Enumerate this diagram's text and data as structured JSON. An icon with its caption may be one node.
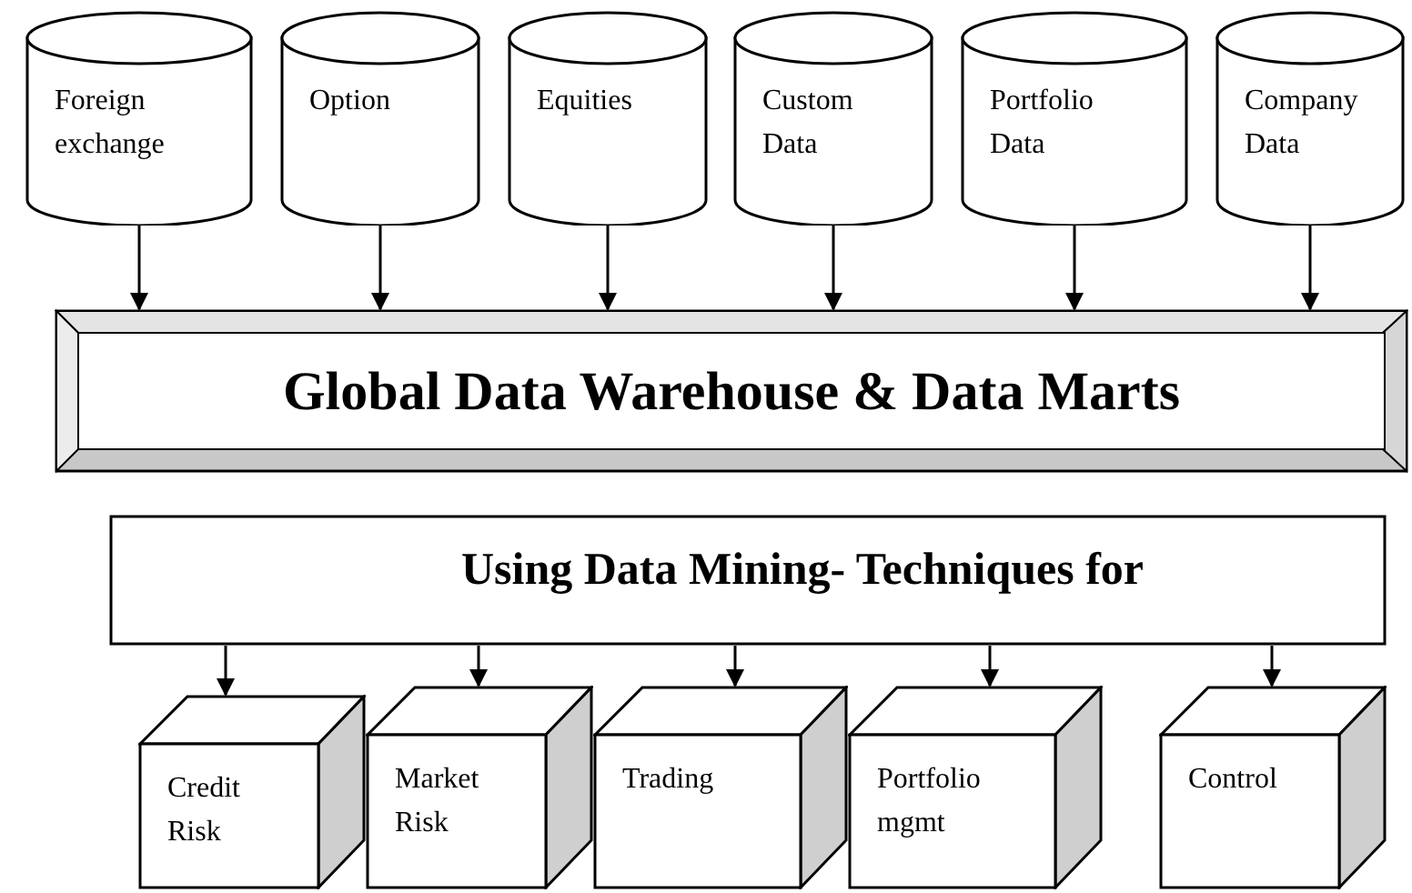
{
  "diagram": {
    "nodes": [
      {
        "text": [
          "Foreign exchange"
        ]
      },
      {
        "text": [
          "Option"
        ]
      },
      {
        "text": [
          "Equities"
        ]
      },
      {
        "text": [
          "Custom Data"
        ]
      },
      {
        "text": [
          "Portfolio Data"
        ]
      },
      {
        "text": [
          "Company Data"
        ]
      },
      {
        "text": [
          "Global Data Warehouse & Data Marts"
        ]
      },
      {
        "text": [
          "Using Data Mining- Techniques for"
        ]
      },
      {
        "text": [
          "Credit Risk"
        ]
      },
      {
        "text": [
          "Market Risk"
        ]
      },
      {
        "text": [
          "Trading"
        ]
      },
      {
        "text": [
          "Portfolio mgmt"
        ]
      },
      {
        "text": [
          "Control"
        ]
      }
    ],
    "edges": [
      {
        "from": 0,
        "to": 6,
        "arrow": "to"
      },
      {
        "from": 1,
        "to": 6,
        "arrow": "to"
      },
      {
        "from": 2,
        "to": 6,
        "arrow": "to"
      },
      {
        "from": 3,
        "to": 6,
        "arrow": "to"
      },
      {
        "from": 4,
        "to": 6,
        "arrow": "to"
      },
      {
        "from": 5,
        "to": 6,
        "arrow": "to"
      },
      {
        "from": 7,
        "to": 8,
        "arrow": "to"
      },
      {
        "from": 7,
        "to": 9,
        "arrow": "to"
      },
      {
        "from": 7,
        "to": 10,
        "arrow": "to"
      },
      {
        "from": 7,
        "to": 11,
        "arrow": "to"
      },
      {
        "from": 7,
        "to": 12,
        "arrow": "to"
      }
    ]
  }
}
